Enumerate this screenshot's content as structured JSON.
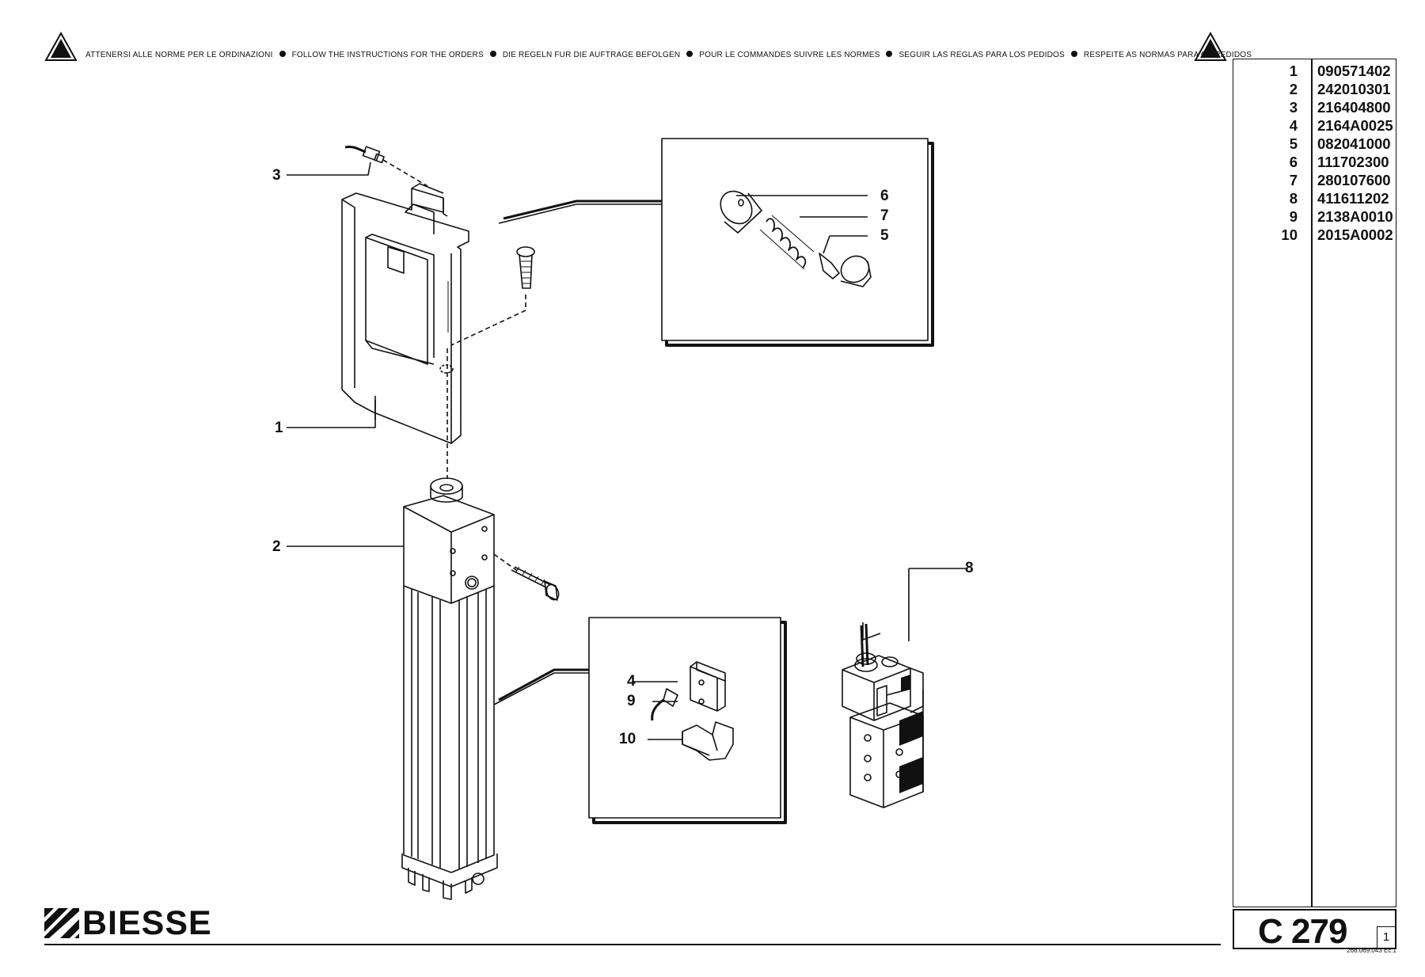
{
  "header": {
    "warnings": [
      "ATTENERSI ALLE NORME PER LE ORDINAZIONI",
      "FOLLOW THE INSTRUCTIONS FOR THE ORDERS",
      "DIE REGELN FUR DIE AUFTRAGE BEFOLGEN",
      "POUR LE COMMANDES SUIVRE LES NORMES",
      "SEGUIR LAS REGLAS PARA LOS PEDIDOS",
      "RESPEITE AS NORMAS PARA OS PEDIDOS"
    ]
  },
  "callouts": {
    "c1": "1",
    "c2": "2",
    "c3": "3",
    "c4": "4",
    "c5": "5",
    "c6": "6",
    "c7": "7",
    "c8": "8",
    "c9": "9",
    "c10": "10"
  },
  "parts": [
    {
      "num": "1",
      "code": "090571402"
    },
    {
      "num": "2",
      "code": "242010301"
    },
    {
      "num": "3",
      "code": "216404800"
    },
    {
      "num": "4",
      "code": "2164A0025"
    },
    {
      "num": "5",
      "code": "082041000"
    },
    {
      "num": "6",
      "code": "111702300"
    },
    {
      "num": "7",
      "code": "280107600"
    },
    {
      "num": "8",
      "code": "411611202"
    },
    {
      "num": "9",
      "code": "2138A0010"
    },
    {
      "num": "10",
      "code": "2015A0002"
    }
  ],
  "footer": {
    "brand": "BIESSE",
    "page_code": "C 279",
    "sheet": "1",
    "doc_ref": "268.069.043 Ec.1"
  }
}
